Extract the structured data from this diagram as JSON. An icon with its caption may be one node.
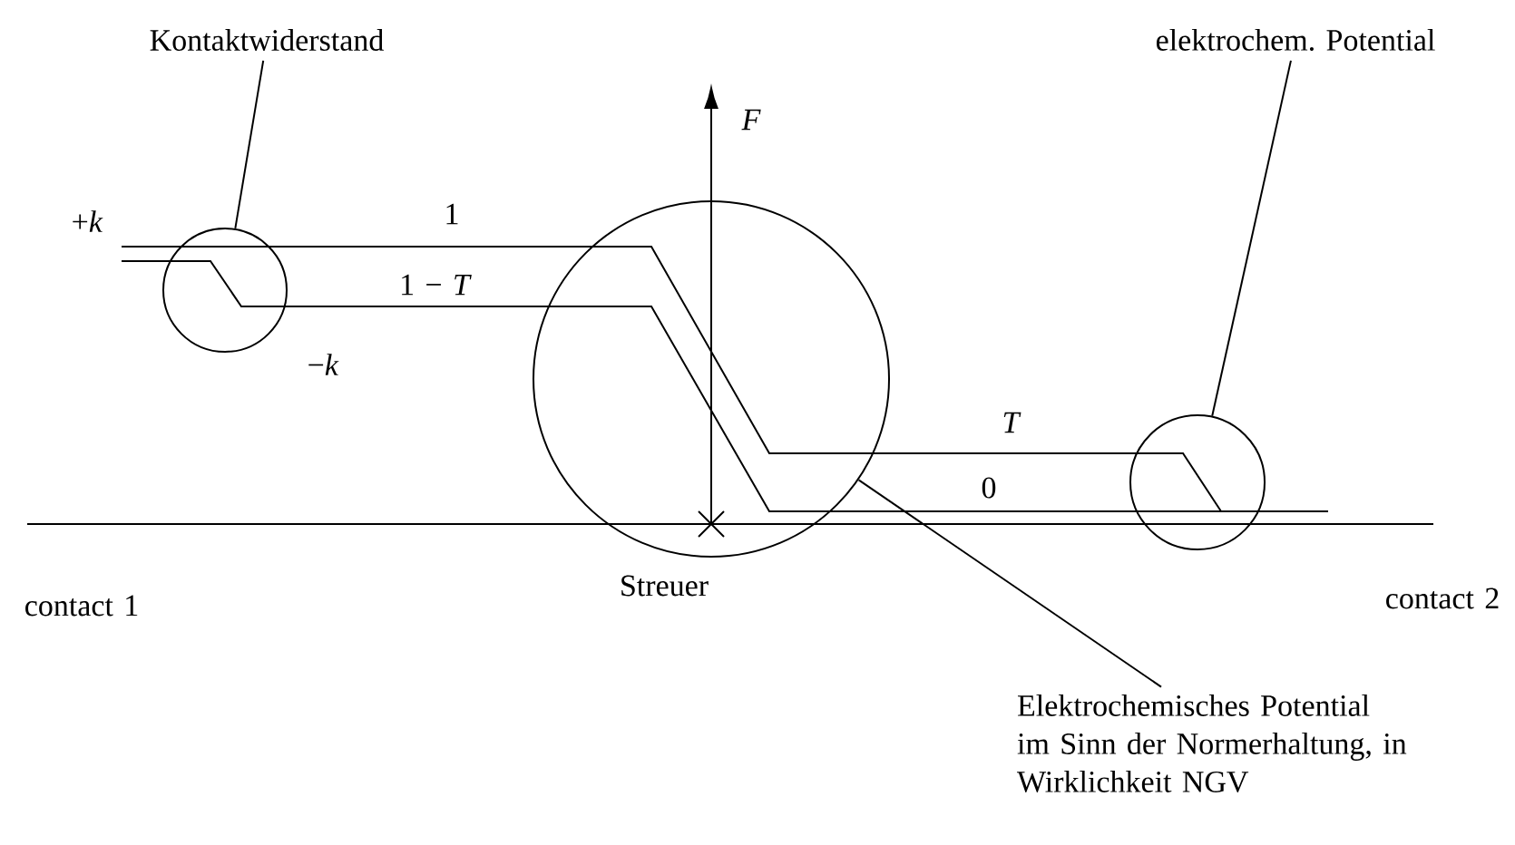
{
  "diagram": {
    "nodes": [
      {
        "text": [
          "Kontaktwiderstand"
        ]
      },
      {
        "text": [],
        "shape": "circle"
      },
      {
        "text": [
          "elektrochem. Potential"
        ]
      },
      {
        "text": [],
        "shape": "circle"
      },
      {
        "text": [],
        "shape": "circle"
      },
      {
        "text": [
          "Elektrochemisches Potential im Sinn der Normerhaltung, in Wirklichkeit NGV"
        ]
      }
    ],
    "edges": [
      {
        "from": 0,
        "to": 1,
        "arrow": "none"
      },
      {
        "from": 2,
        "to": 3,
        "arrow": "none"
      },
      {
        "from": 5,
        "to": 4,
        "arrow": "none"
      }
    ],
    "labels": [
      "+*k*",
      "1",
      "1 − *T*",
      "−*k*",
      "F",
      "T",
      "0",
      "contact 1",
      "Streuer",
      "contact 2"
    ]
  }
}
